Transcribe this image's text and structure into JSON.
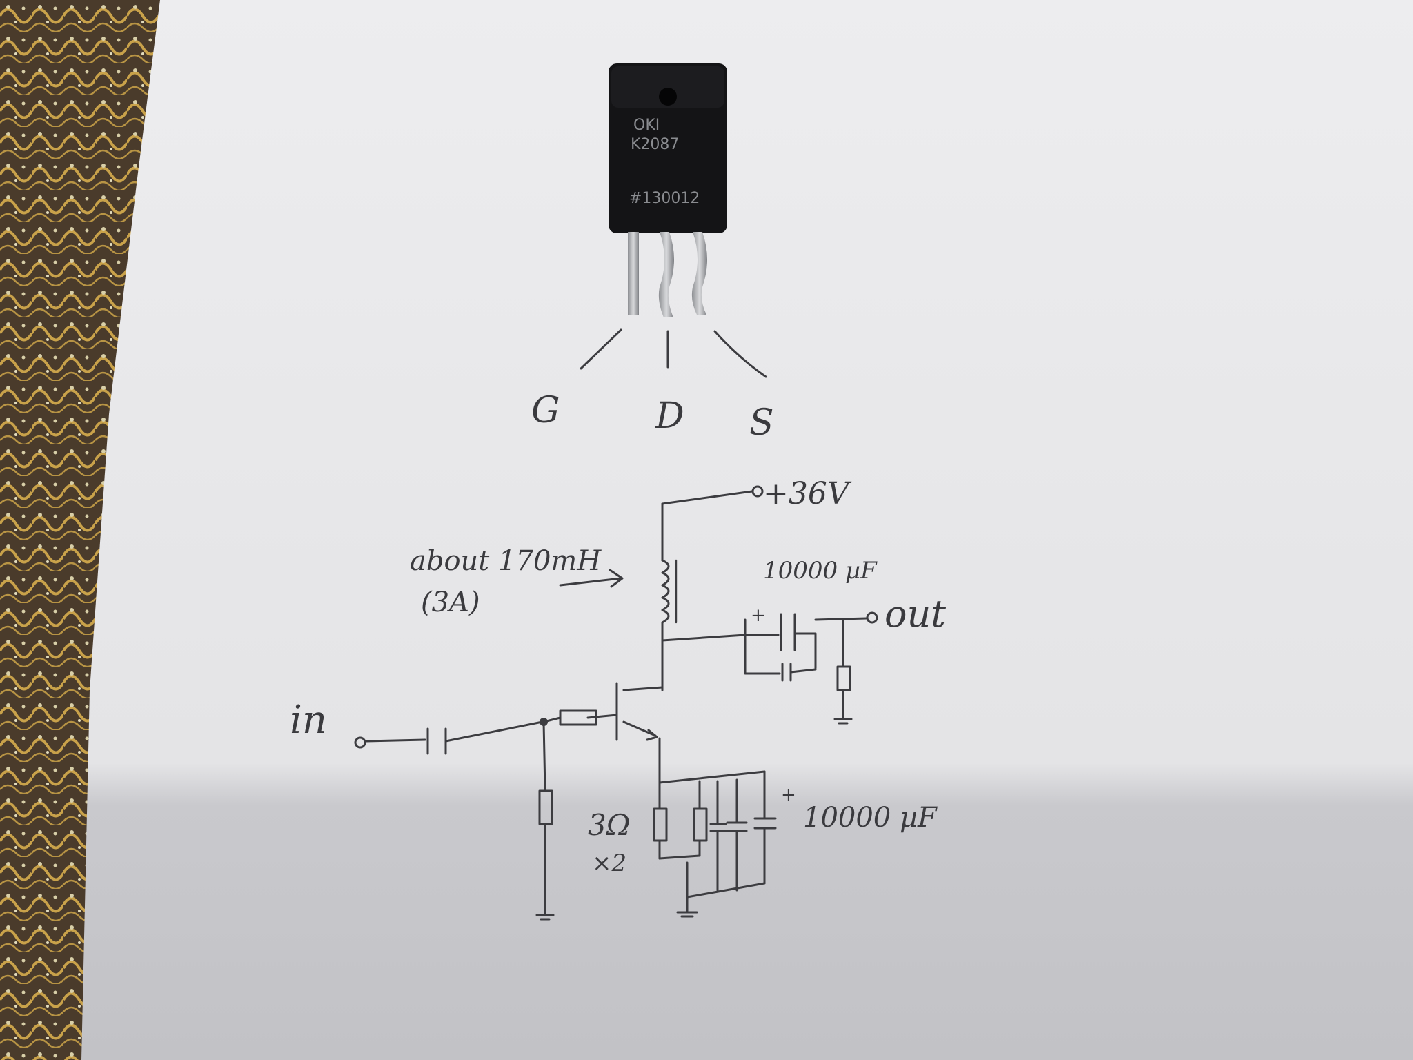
{
  "photo": {
    "subject": "handwritten circuit sketch on paper beside a transistor"
  },
  "component": {
    "brand_mark": "OKI",
    "part_number": "K2087",
    "batch_code": "#130012"
  },
  "pin_labels": [
    "G",
    "D",
    "S"
  ],
  "schematic": {
    "supply_label": "+36V",
    "inductor_note_line1": "about 170mH",
    "inductor_note_line2": "(3A)",
    "out_cap_label": "10000 µF",
    "out_label": "out",
    "in_label": "in",
    "source_res_label": "3Ω",
    "source_res_count": "×2",
    "source_cap_label": "10000 µF"
  },
  "colors": {
    "paper": "#e9e9eb",
    "ink": "#3c3c40",
    "component_body": "#141416",
    "tablecloth": "#4a3c2c",
    "gold_pattern": "#c9a24a"
  }
}
